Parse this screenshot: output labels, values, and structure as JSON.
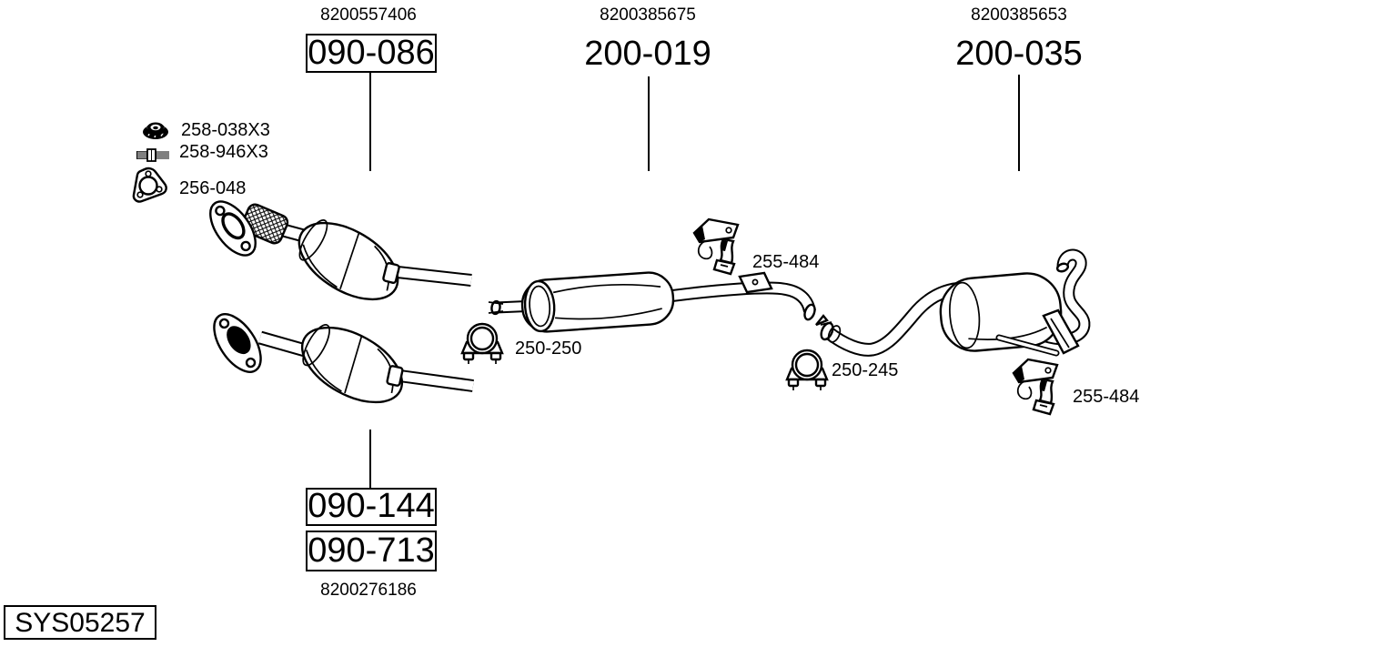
{
  "colors": {
    "ink": "#000000",
    "paper": "#ffffff"
  },
  "groups": [
    {
      "oe_number": "8200557406",
      "code": "090-086",
      "boxed": true
    },
    {
      "oe_number": "8200385675",
      "code": "200-019",
      "boxed": false
    },
    {
      "oe_number": "8200385653",
      "code": "200-035",
      "boxed": false
    }
  ],
  "hardware": [
    {
      "code": "258-038X3",
      "icon": "nut-icon"
    },
    {
      "code": "258-946X3",
      "icon": "stud-bolt-icon"
    },
    {
      "code": "256-048",
      "icon": "gasket-icon"
    }
  ],
  "mountings": [
    {
      "code": "255-484",
      "icon": "rubber-hanger-icon"
    },
    {
      "code": "250-250",
      "icon": "pipe-clamp-icon"
    },
    {
      "code": "250-245",
      "icon": "pipe-clamp-icon"
    },
    {
      "code": "255-484",
      "icon": "rubber-hanger-icon"
    }
  ],
  "bottom_group": {
    "codes": [
      "090-144",
      "090-713"
    ],
    "oe_number": "8200276186"
  },
  "system_code": "SYS05257"
}
